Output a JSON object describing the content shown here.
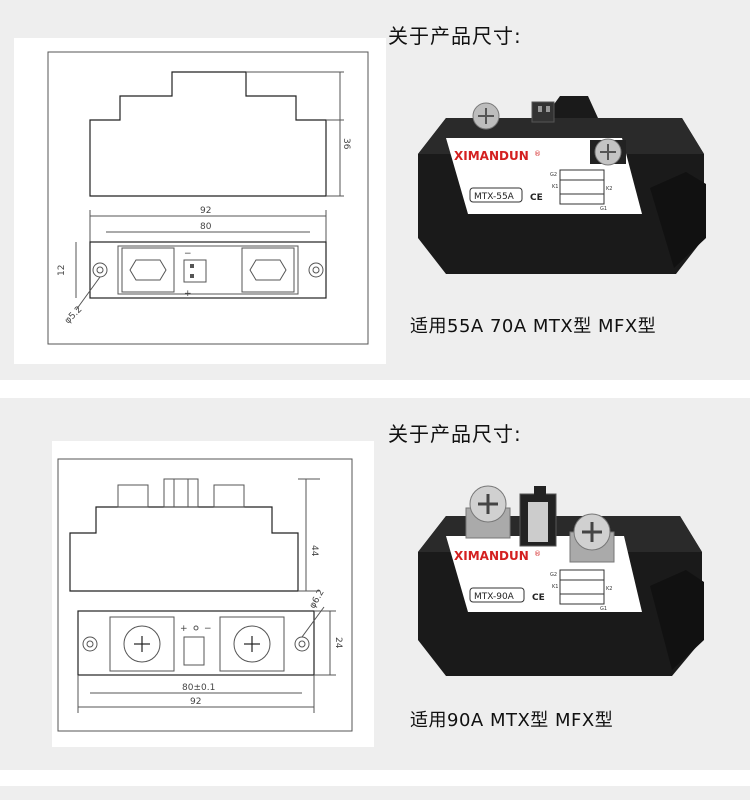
{
  "sections": [
    {
      "heading": "关于产品尺寸:",
      "caption": "适用55A 70A MTX型 MFX型",
      "drawing": {
        "dim_height": "36",
        "dim_total_width": "92",
        "dim_hole_spacing": "80",
        "dim_side": "12",
        "dim_hole": "φ5.2",
        "terminal_minus": "−",
        "terminal_plus": "+"
      },
      "product": {
        "brand": "XIMANDUN",
        "registered": "®",
        "model": "MTX-55A",
        "ce_mark": "CE",
        "pin_labels": [
          "G2",
          "K1",
          "K2",
          "G1"
        ]
      }
    },
    {
      "heading": "关于产品尺寸:",
      "caption": "适用90A MTX型 MFX型",
      "drawing": {
        "dim_height": "44",
        "dim_total_width": "92",
        "dim_hole_spacing": "80±0.1",
        "dim_side": "24",
        "dim_hole": "φ6.2",
        "terminal_minus": "−",
        "terminal_plus": "+"
      },
      "product": {
        "brand": "XIMANDUN",
        "registered": "®",
        "model": "MTX-90A",
        "ce_mark": "CE",
        "pin_labels": [
          "G2",
          "K1",
          "K2",
          "G1"
        ]
      }
    }
  ],
  "colors": {
    "band_background": "#eeeeee",
    "module_body": "#1a1a1a",
    "label_background": "#ffffff",
    "brand_red": "#d42020",
    "model_badge": "#ffffff"
  }
}
